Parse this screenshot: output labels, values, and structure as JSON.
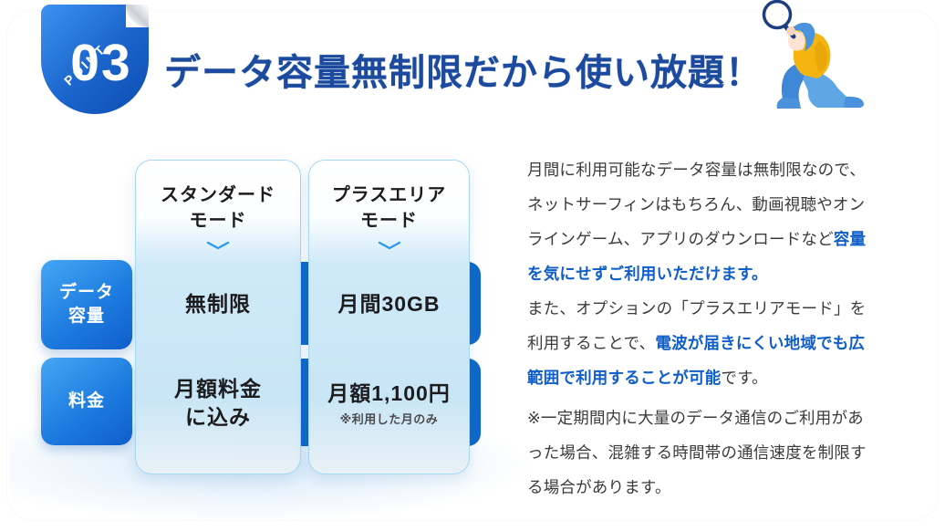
{
  "badge": {
    "label": "POINT",
    "number": "03"
  },
  "title": "データ容量無制限だから使い放題！",
  "comparison_table": {
    "row_headers": [
      {
        "line1": "データ",
        "line2": "容量"
      },
      {
        "line1": "料金"
      }
    ],
    "columns": [
      {
        "header_line1": "スタンダード",
        "header_line2": "モード",
        "data_cell": "無制限",
        "price_line1": "月額料金",
        "price_line2": "に込み"
      },
      {
        "header_line1": "プラスエリア",
        "header_line2": "モード",
        "data_cell": "月間30GB",
        "price_line1": "月額1,100円",
        "price_note": "※利用した月のみ"
      }
    ]
  },
  "description": {
    "paragraphs": [
      {
        "segments": [
          {
            "text": "月間に利用可能なデータ容量は無制限なので、ネットサーフィンはもちろん、動画視聴やオンラインゲーム、アプリのダウンロードなど",
            "highlight": false
          },
          {
            "text": "容量を気にせずご利用いただけます。",
            "highlight": true
          }
        ]
      },
      {
        "segments": [
          {
            "text": "また、オプションの「プラスエリアモード」を利用することで、",
            "highlight": false
          },
          {
            "text": "電波が届きにくい地域でも広範囲で利用することが可能",
            "highlight": true
          },
          {
            "text": "です。",
            "highlight": false
          }
        ]
      }
    ],
    "footnote": "※一定期間内に大量のデータ通信のご利用があった場合、混雑する時間帯の通信速度を制限する場合があります。"
  },
  "illustration": {
    "name": "person-kneeling-with-magnifying-glass"
  },
  "colors": {
    "title_navy": "#1b4a9e",
    "highlight_blue": "#0f5ec9",
    "band_blue": "#0d68c8",
    "label_gradient_start": "#45a7f3",
    "label_gradient_end": "#0f5fca",
    "badge_gradient_start": "#3e92f0",
    "badge_gradient_end": "#0d4cb0",
    "column_border": "#a6d7f3",
    "column_fill": "#cde9f8",
    "chevron_blue": "#2f99ee",
    "sweater_yellow": "#f5b40f",
    "figure_blue": "#4a93dc"
  }
}
